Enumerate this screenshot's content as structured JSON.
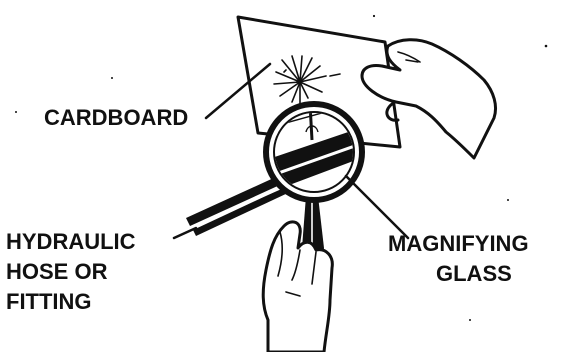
{
  "labels": {
    "cardboard": "CARDBOARD",
    "hose_line1": "HYDRAULIC",
    "hose_line2": "HOSE OR",
    "hose_line3": "FITTING",
    "magnifier_line1": "MAGNIFYING",
    "magnifier_line2": "GLASS"
  },
  "colors": {
    "ink": "#111111",
    "background": "#ffffff"
  }
}
